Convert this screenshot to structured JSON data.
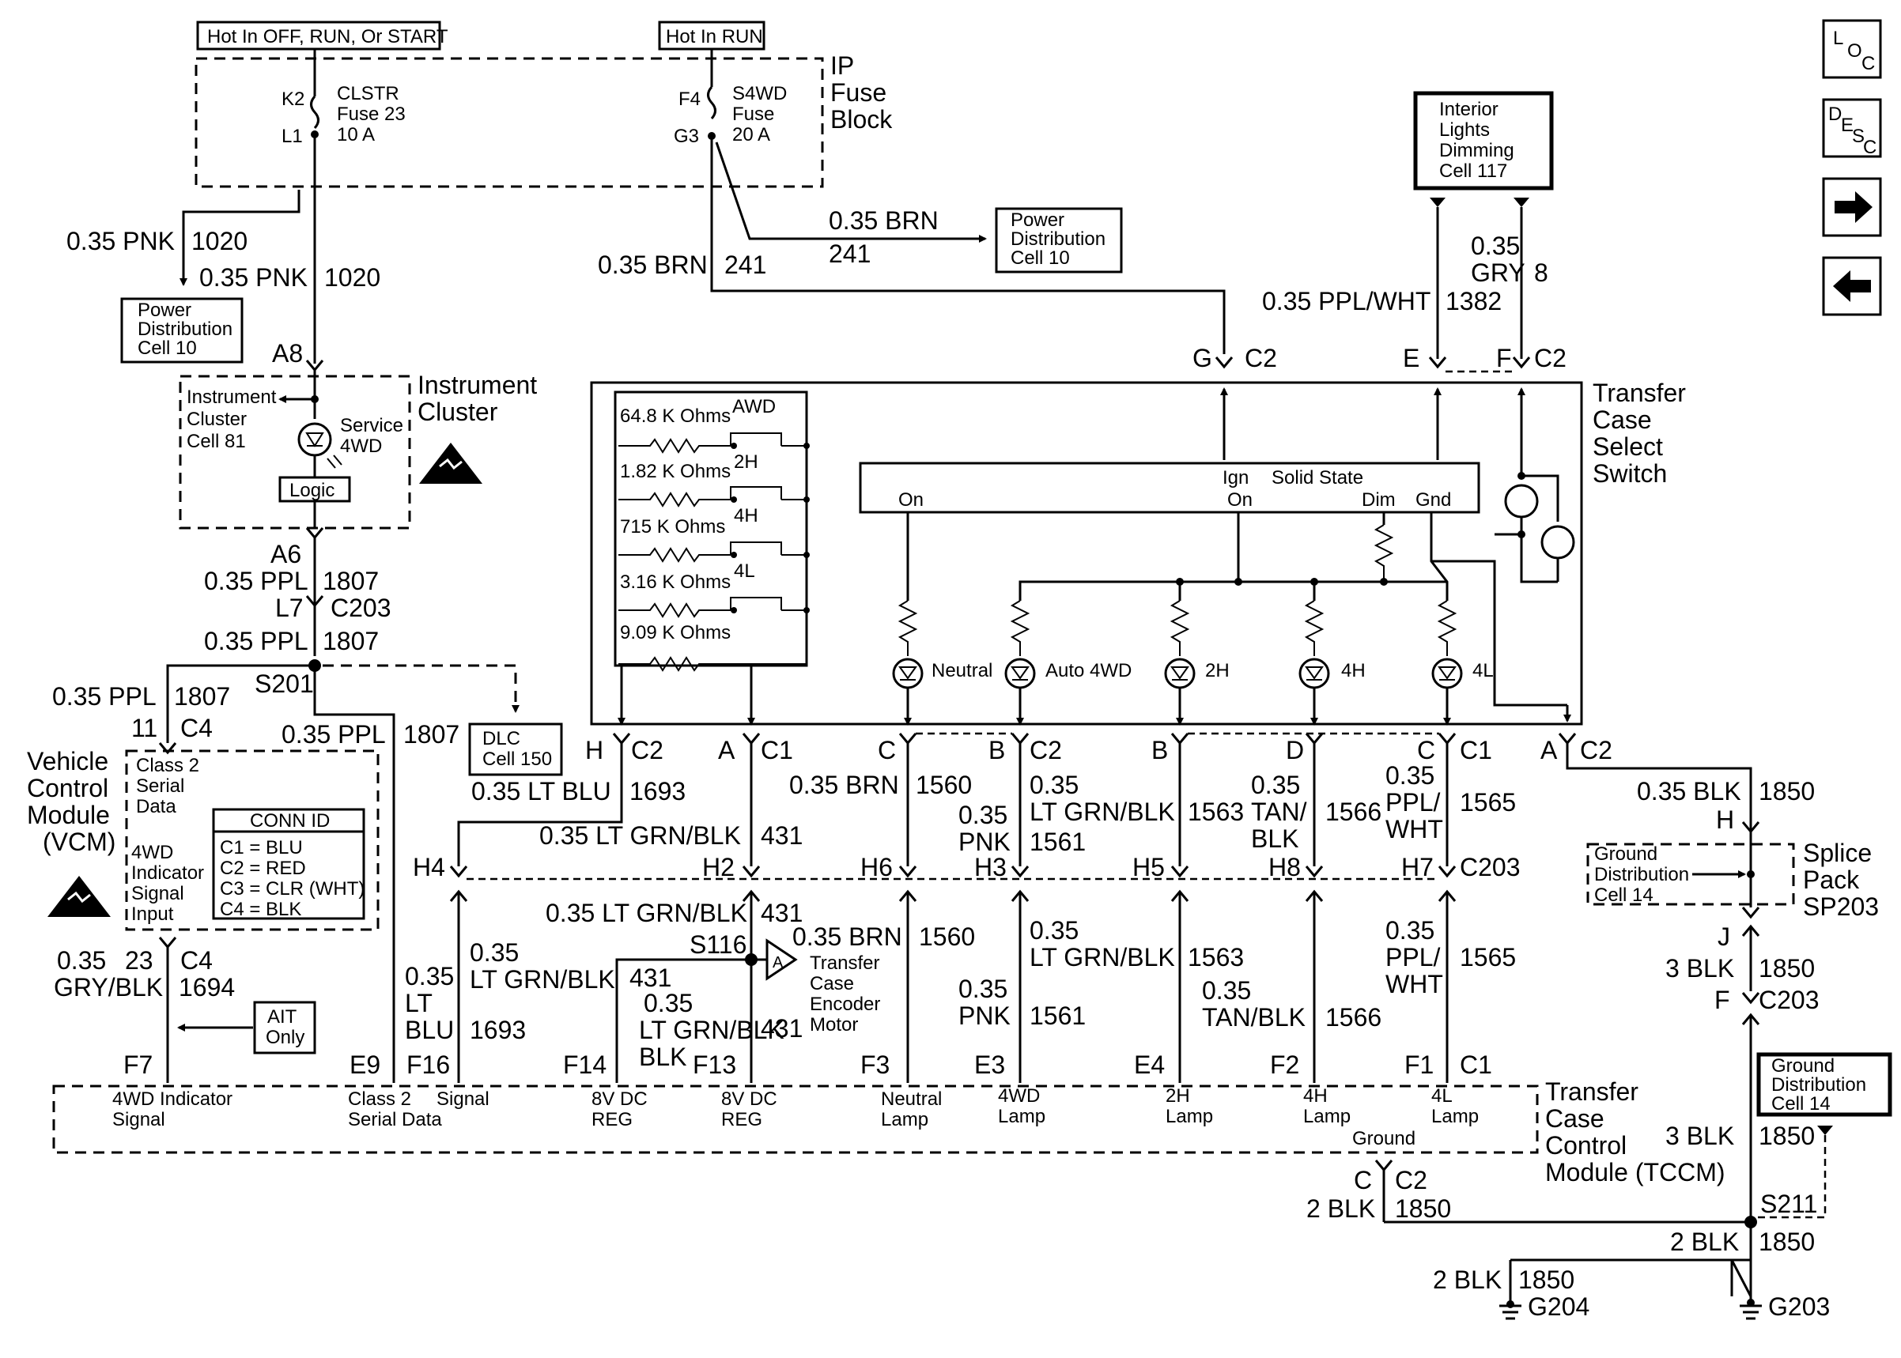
{
  "diagram": {
    "hot_off_run_start": "Hot In OFF, RUN, Or START",
    "hot_run": "Hot In RUN",
    "ip_fuse_block": [
      "IP",
      "Fuse",
      "Block"
    ],
    "fuse_clstr": {
      "name": "CLSTR",
      "fuse": "Fuse 23",
      "amps": "10 A",
      "in": "K2",
      "out": "L1"
    },
    "fuse_s4wd": {
      "name": "S4WD",
      "fuse": "Fuse",
      "amps": "20 A",
      "in": "F4",
      "out": "G3"
    },
    "power_dist_top": [
      "Power",
      "Distribution",
      "Cell 10"
    ],
    "power_dist_left": [
      "Power",
      "Distribution",
      "Cell 10"
    ],
    "interior_lights": [
      "Interior",
      "Lights",
      "Dimming",
      "Cell 117"
    ],
    "instrument_cluster": [
      "Instrument",
      "Cluster"
    ],
    "cluster_ref": [
      "Instrument",
      "Cluster",
      "Cell 81"
    ],
    "service_4wd": [
      "Service",
      "4WD"
    ],
    "logic": "Logic",
    "vcm": [
      "Vehicle",
      "Control",
      "Module",
      "(VCM)"
    ],
    "vcm_inputs": {
      "class2": [
        "Class 2",
        "Serial",
        "Data"
      ],
      "indicator": [
        "4WD",
        "Indicator",
        "Signal",
        "Input"
      ]
    },
    "conn_id": {
      "title": "CONN ID",
      "rows": [
        "C1 = BLU",
        "C2 = RED",
        "C3 = CLR (WHT)",
        "C4 = BLK"
      ]
    },
    "dlc": [
      "DLC",
      "Cell 150"
    ],
    "ait": [
      "AIT",
      "Only"
    ],
    "switch_title": [
      "Transfer",
      "Case",
      "Select",
      "Switch"
    ],
    "resistors": [
      "64.8 K Ohms",
      "1.82 K Ohms",
      "715 K Ohms",
      "3.16 K Ohms",
      "9.09 K Ohms"
    ],
    "switch_positions": [
      "AWD",
      "2H",
      "4H",
      "4L"
    ],
    "solid_state": {
      "title": "Solid State",
      "on": "On",
      "ign": "Ign",
      "ign_on": "On",
      "dim": "Dim",
      "gnd": "Gnd"
    },
    "lamps": [
      "Neutral",
      "Auto 4WD",
      "2H",
      "4H",
      "4L"
    ],
    "encoder": [
      "Transfer",
      "Case",
      "Encoder",
      "Motor"
    ],
    "encoder_tag": "A",
    "splice_pack": [
      "Splice",
      "Pack",
      "SP203"
    ],
    "ground_dist_splice": [
      "Ground",
      "Distribution",
      "Cell 14"
    ],
    "ground_dist_right": [
      "Ground",
      "Distribution",
      "Cell 14"
    ],
    "tccm": [
      "Transfer",
      "Case",
      "Control",
      "Module (TCCM)"
    ],
    "tccm_pins": [
      [
        "4WD Indicator",
        "Signal"
      ],
      [
        "Class 2",
        "Serial Data"
      ],
      [
        "Signal",
        ""
      ],
      [
        "8V DC",
        "REG"
      ],
      [
        "8V DC",
        "REG"
      ],
      [
        "Neutral",
        "Lamp"
      ],
      [
        "4WD",
        "Lamp"
      ],
      [
        "2H",
        "Lamp"
      ],
      [
        "4H",
        "Lamp"
      ],
      [
        "4L",
        "Lamp"
      ]
    ],
    "tccm_ground": "Ground",
    "grounds": [
      "G204",
      "G203"
    ],
    "nav_icons": [
      "LOC",
      "DESC",
      "next",
      "prev"
    ],
    "labels": {
      "pnk1020a": "0.35 PNK",
      "n1020": "1020",
      "a8": "A8",
      "a6": "A6",
      "ppl": "0.35 PPL",
      "n1807": "1807",
      "l7": "L7",
      "c203": "C203",
      "s201": "S201",
      "n11": "11",
      "c4": "C4",
      "brn": "0.35 BRN",
      "n241": "241",
      "gry": [
        "0.35",
        "GRY"
      ],
      "n8": "8",
      "pplwht": "0.35 PPL/WHT",
      "n1382": "1382",
      "g": "G",
      "c2": "C2",
      "e": "E",
      "f": "F",
      "h": "H",
      "a": "A",
      "c1": "C1",
      "c": "C",
      "b": "B",
      "dd": "D",
      "ltblu": "0.35 LT BLU",
      "n1693": "1693",
      "ltgrnblk": "0.35 LT GRN/BLK",
      "n431": "431",
      "n1560": "1560",
      "n1561": "1561",
      "n1563": "1563",
      "n1566": "1566",
      "n1565": "1565",
      "n035": "0.35",
      "pnk": "PNK",
      "ltgrnblk2": "LT GRN/BLK",
      "tan": "TAN/",
      "blk": "BLK",
      "ppl2": "PPL/",
      "wht": "WHT",
      "h4": "H4",
      "h2": "H2",
      "h6": "H6",
      "h3": "H3",
      "h5": "H5",
      "h8": "H8",
      "h7": "H7",
      "s116": "S116",
      "blk1850": "0.35 BLK",
      "n1850": "1850",
      "hh": "H",
      "jj": "J",
      "blk3": "3 BLK",
      "ff": "F",
      "gryblk": "GRY/BLK",
      "n23": "23",
      "n1694": "1694",
      "lt": "LT",
      "blu": "BLU",
      "blk2": "BLK",
      "tanblk": "TAN/BLK",
      "f7": "F7",
      "e9": "E9",
      "f16": "F16",
      "f14": "F14",
      "f13": "F13",
      "f3": "F3",
      "e3": "E3",
      "e4": "E4",
      "f2": "F2",
      "f1": "F1",
      "s211": "S211",
      "blk2w": "2 BLK"
    }
  }
}
